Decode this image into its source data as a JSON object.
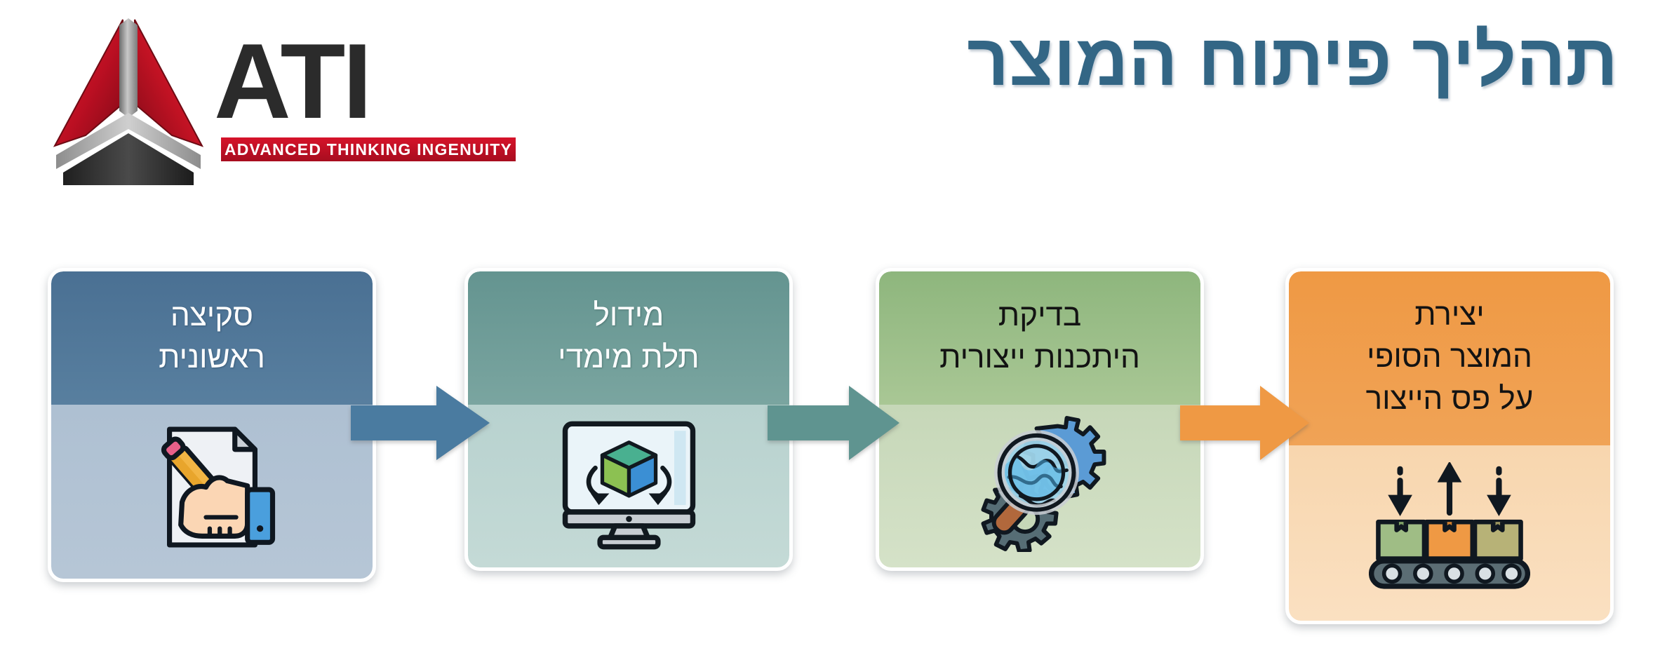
{
  "page": {
    "title": "תהליך פיתוח המוצר",
    "title_color": "#336685",
    "background": "#ffffff"
  },
  "logo": {
    "name": "ATI",
    "wordmark": "ATI",
    "tagline": "ADVANCED THINKING INGENUITY",
    "colors": {
      "red": "#d6132a",
      "dark": "#2b2b2b",
      "gray": "#9a9a9a"
    }
  },
  "flow": {
    "steps": [
      {
        "id": "step-1",
        "label": "סקיצה\nראשונית",
        "icon": "hand-drawing-sketch-icon",
        "header_color": "#4a7093",
        "header_color_bottom": "#587f9f",
        "body_color": "#aec0d2",
        "body_color_bottom": "#b6c6d6",
        "text_color": "#ffffff"
      },
      {
        "id": "step-2",
        "label": "מידול\nתלת מימדי",
        "icon": "monitor-3d-cube-icon",
        "header_color": "#649490",
        "header_color_bottom": "#77a39e",
        "body_color": "#b8d2cf",
        "body_color_bottom": "#c2d8d4",
        "text_color": "#ffffff"
      },
      {
        "id": "step-3",
        "label": "בדיקת\nהיתכנות ייצורית",
        "icon": "magnifier-gears-icon",
        "header_color": "#8eb67d",
        "header_color_bottom": "#a8c694",
        "body_color": "#c6d7b8",
        "body_color_bottom": "#d3e0c6",
        "text_color": "#1a1a1a"
      },
      {
        "id": "step-4",
        "label": "יצירת\nהמוצר הסופי\nעל פס הייצור",
        "icon": "conveyor-belt-boxes-icon",
        "header_color": "#ef9944",
        "header_color_bottom": "#f0a054",
        "body_color": "#f8d6ae",
        "body_color_bottom": "#fadfbe",
        "text_color": "#1a1a1a"
      }
    ],
    "arrows": [
      {
        "id": "arrow-1",
        "from": "step-1",
        "to": "step-2",
        "color": "#4a7ba0"
      },
      {
        "id": "arrow-2",
        "from": "step-2",
        "to": "step-3",
        "color": "#5f9490"
      },
      {
        "id": "arrow-3",
        "from": "step-3",
        "to": "step-4",
        "color": "#ef9944"
      }
    ]
  }
}
